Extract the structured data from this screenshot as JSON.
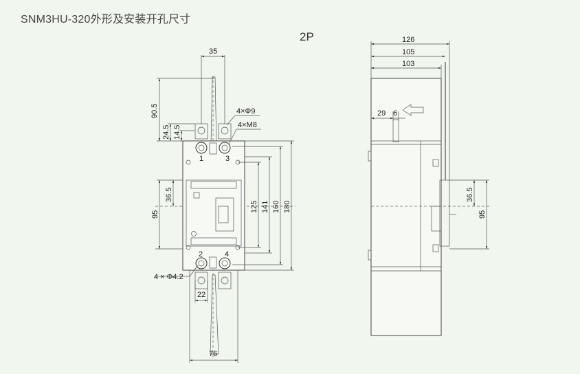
{
  "title": "SNM3HU-320外形及安装开孔尺寸",
  "variant_label": "2P",
  "front_view": {
    "dim_top_width": "35",
    "dim_upper_overall": "90.5",
    "dim_upper_terminal": "24.5",
    "dim_upper_terminal_small": "14.5",
    "hole_note_top": "4×Φ9",
    "screw_note": "4×M8",
    "dim_center_offset": "36.5",
    "dim_mounting": "95",
    "dim_125": "125",
    "dim_141": "141",
    "dim_160": "160",
    "dim_180": "180",
    "hole_note_bottom": "4 × Φ4.2",
    "dim_bottom_pitch": "22",
    "dim_bottom_width": "76",
    "terminal_labels": [
      "1",
      "3",
      "2",
      "4"
    ]
  },
  "side_view": {
    "dim_126": "126",
    "dim_105": "105",
    "dim_103": "103",
    "dim_29": "29",
    "dim_6": "6",
    "dim_offset": "36.5",
    "dim_mounting": "95"
  }
}
